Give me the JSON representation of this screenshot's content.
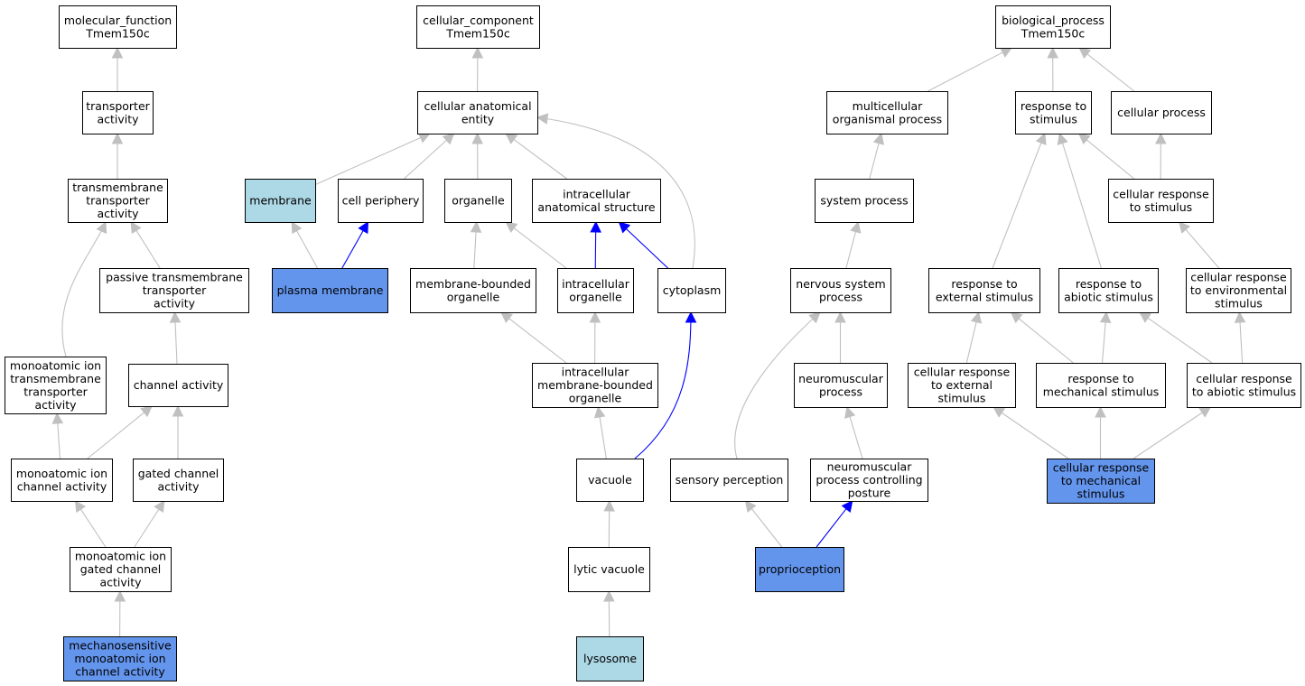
{
  "colors": {
    "white": "#ffffff",
    "light_blue": "#add8e6",
    "cornflower": "#6495ed",
    "edge_gray": "#c0c0c0",
    "edge_blue": "#0000ff"
  },
  "nodes": [
    {
      "id": "mf_root",
      "lines": [
        "molecular_function",
        "Tmem150c"
      ],
      "fill": "white"
    },
    {
      "id": "transporter_activity",
      "lines": [
        "transporter",
        "activity"
      ],
      "fill": "white"
    },
    {
      "id": "tm_transporter_activity",
      "lines": [
        "transmembrane",
        "transporter",
        "activity"
      ],
      "fill": "white"
    },
    {
      "id": "passive_tm_transporter",
      "lines": [
        "passive transmembrane",
        "transporter",
        "activity"
      ],
      "fill": "white"
    },
    {
      "id": "ion_tm_transporter",
      "lines": [
        "monoatomic ion",
        "transmembrane",
        "transporter",
        "activity"
      ],
      "fill": "white"
    },
    {
      "id": "channel_activity",
      "lines": [
        "channel activity"
      ],
      "fill": "white"
    },
    {
      "id": "ion_channel_activity",
      "lines": [
        "monoatomic ion",
        "channel activity"
      ],
      "fill": "white"
    },
    {
      "id": "gated_channel_activity",
      "lines": [
        "gated channel",
        "activity"
      ],
      "fill": "white"
    },
    {
      "id": "ion_gated_channel",
      "lines": [
        "monoatomic ion",
        "gated channel",
        "activity"
      ],
      "fill": "white"
    },
    {
      "id": "mechanosensitive_channel",
      "lines": [
        "mechanosensitive",
        "monoatomic ion",
        "channel activity"
      ],
      "fill": "cornflower"
    },
    {
      "id": "cc_root",
      "lines": [
        "cellular_component",
        "Tmem150c"
      ],
      "fill": "white"
    },
    {
      "id": "cellular_anatomical_entity",
      "lines": [
        "cellular anatomical",
        "entity"
      ],
      "fill": "white"
    },
    {
      "id": "membrane",
      "lines": [
        "membrane"
      ],
      "fill": "light_blue"
    },
    {
      "id": "cell_periphery",
      "lines": [
        "cell periphery"
      ],
      "fill": "white"
    },
    {
      "id": "organelle",
      "lines": [
        "organelle"
      ],
      "fill": "white"
    },
    {
      "id": "intracellular_structure",
      "lines": [
        "intracellular",
        "anatomical structure"
      ],
      "fill": "white"
    },
    {
      "id": "plasma_membrane",
      "lines": [
        "plasma membrane"
      ],
      "fill": "cornflower"
    },
    {
      "id": "membrane_bounded_organelle",
      "lines": [
        "membrane-bounded",
        "organelle"
      ],
      "fill": "white"
    },
    {
      "id": "intracellular_organelle",
      "lines": [
        "intracellular",
        "organelle"
      ],
      "fill": "white"
    },
    {
      "id": "cytoplasm",
      "lines": [
        "cytoplasm"
      ],
      "fill": "white"
    },
    {
      "id": "intracellular_mbo",
      "lines": [
        "intracellular",
        "membrane-bounded",
        "organelle"
      ],
      "fill": "white"
    },
    {
      "id": "vacuole",
      "lines": [
        "vacuole"
      ],
      "fill": "white"
    },
    {
      "id": "lytic_vacuole",
      "lines": [
        "lytic vacuole"
      ],
      "fill": "white"
    },
    {
      "id": "lysosome",
      "lines": [
        "lysosome"
      ],
      "fill": "light_blue"
    },
    {
      "id": "bp_root",
      "lines": [
        "biological_process",
        "Tmem150c"
      ],
      "fill": "white"
    },
    {
      "id": "multicellular_process",
      "lines": [
        "multicellular",
        "organismal process"
      ],
      "fill": "white"
    },
    {
      "id": "response_to_stimulus",
      "lines": [
        "response to",
        "stimulus"
      ],
      "fill": "white"
    },
    {
      "id": "cellular_process",
      "lines": [
        "cellular process"
      ],
      "fill": "white"
    },
    {
      "id": "system_process",
      "lines": [
        "system process"
      ],
      "fill": "white"
    },
    {
      "id": "cellular_response_stimulus",
      "lines": [
        "cellular response",
        "to stimulus"
      ],
      "fill": "white"
    },
    {
      "id": "nervous_system_process",
      "lines": [
        "nervous system",
        "process"
      ],
      "fill": "white"
    },
    {
      "id": "response_external",
      "lines": [
        "response to",
        "external stimulus"
      ],
      "fill": "white"
    },
    {
      "id": "response_abiotic",
      "lines": [
        "response to",
        "abiotic stimulus"
      ],
      "fill": "white"
    },
    {
      "id": "cellular_response_env",
      "lines": [
        "cellular response",
        "to environmental",
        "stimulus"
      ],
      "fill": "white"
    },
    {
      "id": "neuromuscular_process",
      "lines": [
        "neuromuscular",
        "process"
      ],
      "fill": "white"
    },
    {
      "id": "cellular_response_external",
      "lines": [
        "cellular response",
        "to external",
        "stimulus"
      ],
      "fill": "white"
    },
    {
      "id": "response_mechanical",
      "lines": [
        "response to",
        "mechanical stimulus"
      ],
      "fill": "white"
    },
    {
      "id": "cellular_response_abiotic",
      "lines": [
        "cellular response",
        "to abiotic stimulus"
      ],
      "fill": "white"
    },
    {
      "id": "sensory_perception",
      "lines": [
        "sensory perception"
      ],
      "fill": "white"
    },
    {
      "id": "neuromuscular_posture",
      "lines": [
        "neuromuscular",
        "process controlling",
        "posture"
      ],
      "fill": "white"
    },
    {
      "id": "cellular_response_mechanical",
      "lines": [
        "cellular response",
        "to mechanical",
        "stimulus"
      ],
      "fill": "cornflower"
    },
    {
      "id": "proprioception",
      "lines": [
        "proprioception"
      ],
      "fill": "cornflower"
    }
  ],
  "edges": [
    {
      "from": "transporter_activity",
      "to": "mf_root",
      "color": "edge_gray"
    },
    {
      "from": "tm_transporter_activity",
      "to": "transporter_activity",
      "color": "edge_gray"
    },
    {
      "from": "ion_tm_transporter",
      "to": "tm_transporter_activity",
      "color": "edge_gray"
    },
    {
      "from": "passive_tm_transporter",
      "to": "tm_transporter_activity",
      "color": "edge_gray"
    },
    {
      "from": "channel_activity",
      "to": "passive_tm_transporter",
      "color": "edge_gray"
    },
    {
      "from": "ion_channel_activity",
      "to": "ion_tm_transporter",
      "color": "edge_gray"
    },
    {
      "from": "ion_channel_activity",
      "to": "channel_activity",
      "color": "edge_gray"
    },
    {
      "from": "gated_channel_activity",
      "to": "channel_activity",
      "color": "edge_gray"
    },
    {
      "from": "ion_gated_channel",
      "to": "ion_channel_activity",
      "color": "edge_gray"
    },
    {
      "from": "ion_gated_channel",
      "to": "gated_channel_activity",
      "color": "edge_gray"
    },
    {
      "from": "mechanosensitive_channel",
      "to": "ion_gated_channel",
      "color": "edge_gray"
    },
    {
      "from": "cellular_anatomical_entity",
      "to": "cc_root",
      "color": "edge_gray"
    },
    {
      "from": "membrane",
      "to": "cellular_anatomical_entity",
      "color": "edge_gray"
    },
    {
      "from": "cell_periphery",
      "to": "cellular_anatomical_entity",
      "color": "edge_gray"
    },
    {
      "from": "organelle",
      "to": "cellular_anatomical_entity",
      "color": "edge_gray"
    },
    {
      "from": "intracellular_structure",
      "to": "cellular_anatomical_entity",
      "color": "edge_gray"
    },
    {
      "from": "cytoplasm",
      "to": "cellular_anatomical_entity",
      "color": "edge_gray"
    },
    {
      "from": "plasma_membrane",
      "to": "membrane",
      "color": "edge_gray"
    },
    {
      "from": "plasma_membrane",
      "to": "cell_periphery",
      "color": "edge_blue"
    },
    {
      "from": "membrane_bounded_organelle",
      "to": "organelle",
      "color": "edge_gray"
    },
    {
      "from": "intracellular_organelle",
      "to": "organelle",
      "color": "edge_gray"
    },
    {
      "from": "intracellular_organelle",
      "to": "intracellular_structure",
      "color": "edge_blue"
    },
    {
      "from": "cytoplasm",
      "to": "intracellular_structure",
      "color": "edge_blue"
    },
    {
      "from": "intracellular_mbo",
      "to": "membrane_bounded_organelle",
      "color": "edge_gray"
    },
    {
      "from": "intracellular_mbo",
      "to": "intracellular_organelle",
      "color": "edge_gray"
    },
    {
      "from": "vacuole",
      "to": "intracellular_mbo",
      "color": "edge_gray"
    },
    {
      "from": "vacuole",
      "to": "cytoplasm",
      "color": "edge_blue"
    },
    {
      "from": "lytic_vacuole",
      "to": "vacuole",
      "color": "edge_gray"
    },
    {
      "from": "lysosome",
      "to": "lytic_vacuole",
      "color": "edge_gray"
    },
    {
      "from": "multicellular_process",
      "to": "bp_root",
      "color": "edge_gray"
    },
    {
      "from": "response_to_stimulus",
      "to": "bp_root",
      "color": "edge_gray"
    },
    {
      "from": "cellular_process",
      "to": "bp_root",
      "color": "edge_gray"
    },
    {
      "from": "system_process",
      "to": "multicellular_process",
      "color": "edge_gray"
    },
    {
      "from": "cellular_response_stimulus",
      "to": "response_to_stimulus",
      "color": "edge_gray"
    },
    {
      "from": "cellular_response_stimulus",
      "to": "cellular_process",
      "color": "edge_gray"
    },
    {
      "from": "nervous_system_process",
      "to": "system_process",
      "color": "edge_gray"
    },
    {
      "from": "response_external",
      "to": "response_to_stimulus",
      "color": "edge_gray"
    },
    {
      "from": "response_abiotic",
      "to": "response_to_stimulus",
      "color": "edge_gray"
    },
    {
      "from": "cellular_response_env",
      "to": "cellular_response_stimulus",
      "color": "edge_gray"
    },
    {
      "from": "neuromuscular_process",
      "to": "nervous_system_process",
      "color": "edge_gray"
    },
    {
      "from": "sensory_perception",
      "to": "nervous_system_process",
      "color": "edge_gray"
    },
    {
      "from": "cellular_response_external",
      "to": "response_external",
      "color": "edge_gray"
    },
    {
      "from": "response_mechanical",
      "to": "response_external",
      "color": "edge_gray"
    },
    {
      "from": "response_mechanical",
      "to": "response_abiotic",
      "color": "edge_gray"
    },
    {
      "from": "cellular_response_abiotic",
      "to": "response_abiotic",
      "color": "edge_gray"
    },
    {
      "from": "cellular_response_abiotic",
      "to": "cellular_response_env",
      "color": "edge_gray"
    },
    {
      "from": "neuromuscular_posture",
      "to": "neuromuscular_process",
      "color": "edge_gray"
    },
    {
      "from": "cellular_response_mechanical",
      "to": "cellular_response_external",
      "color": "edge_gray"
    },
    {
      "from": "cellular_response_mechanical",
      "to": "response_mechanical",
      "color": "edge_gray"
    },
    {
      "from": "cellular_response_mechanical",
      "to": "cellular_response_abiotic",
      "color": "edge_gray"
    },
    {
      "from": "proprioception",
      "to": "sensory_perception",
      "color": "edge_gray"
    },
    {
      "from": "proprioception",
      "to": "neuromuscular_posture",
      "color": "edge_blue"
    }
  ]
}
